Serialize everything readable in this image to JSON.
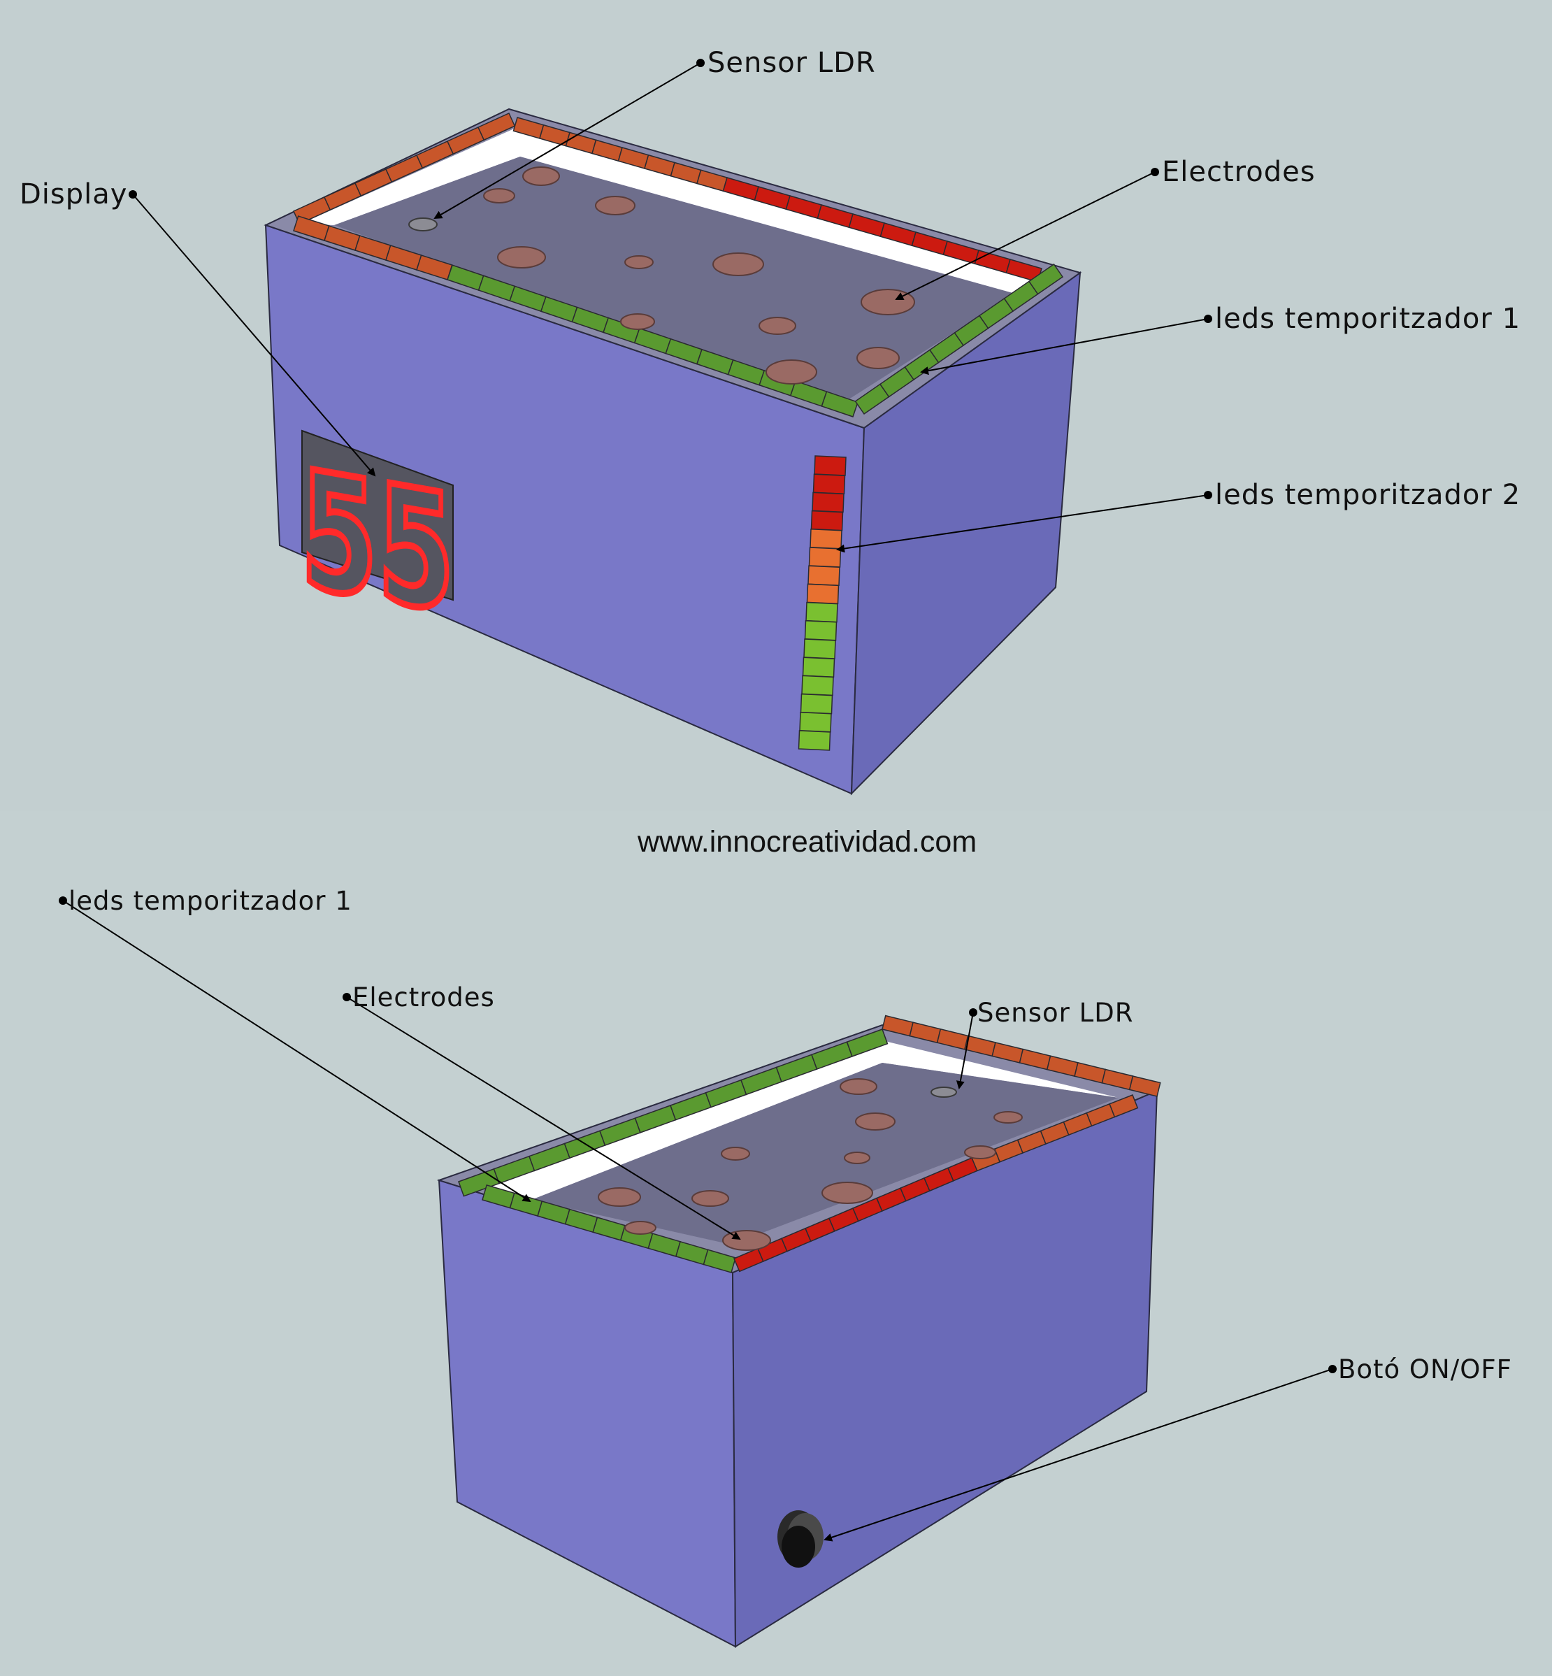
{
  "top_view": {
    "display_value": "55",
    "labels": {
      "sensor": "Sensor LDR",
      "display": "Display",
      "electrodes": "Electrodes",
      "leds1": "leds temporitzador 1",
      "leds2": "leds temporitzador 2"
    }
  },
  "website": "www.innocreatividad.com",
  "bottom_view": {
    "labels": {
      "leds1": "leds temporitzador 1",
      "electrodes": "Electrodes",
      "sensor": "Sensor LDR",
      "button": "Botó ON/OFF"
    }
  },
  "colors": {
    "box_front": "#7978c8",
    "box_side": "#6a6ab8",
    "tray": "#6e6e8c",
    "electrode": "#9a6a64",
    "led_red": "#cc1a10",
    "led_orange": "#e87030",
    "led_green": "#5a9a30",
    "led_lime": "#7ac030",
    "border_rust": "#c8562a"
  }
}
